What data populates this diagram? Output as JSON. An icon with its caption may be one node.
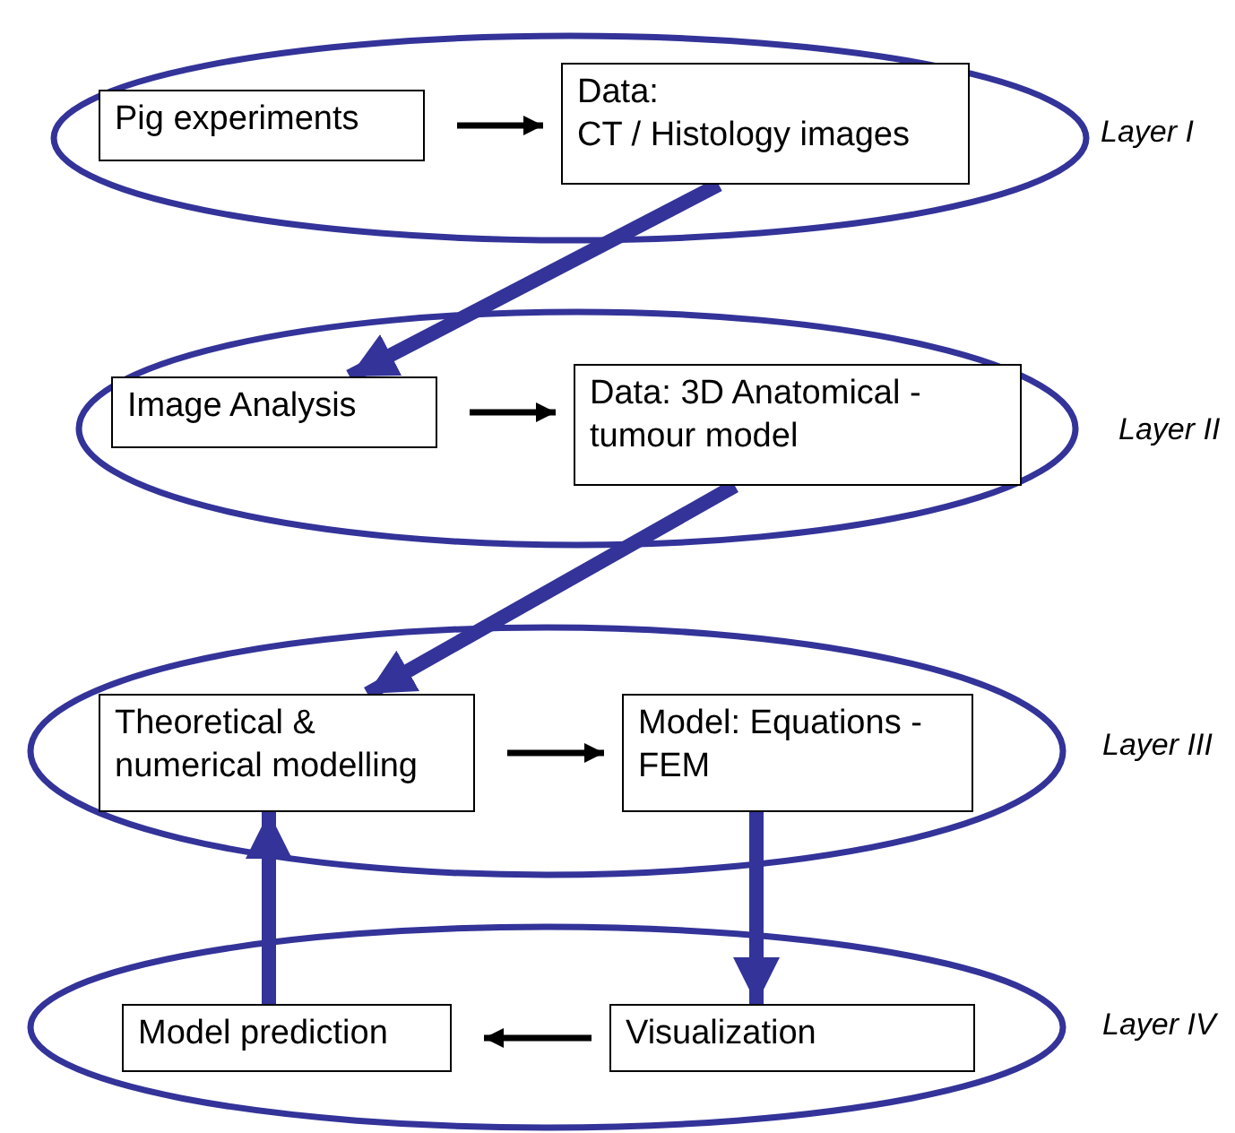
{
  "diagram": {
    "nodes": [
      {
        "text": [],
        "shape": "ellipse",
        "beside": [
          "Layer I"
        ]
      },
      {
        "text": [
          "Pig experiments"
        ],
        "in": 0
      },
      {
        "text": [
          "Data:",
          "CT / Histology images"
        ],
        "in": 0
      },
      {
        "text": [],
        "shape": "ellipse",
        "beside": [
          "Layer II"
        ]
      },
      {
        "text": [
          "Image Analysis"
        ],
        "in": 3
      },
      {
        "text": [
          "Data: 3D Anatomical - tumour model"
        ],
        "in": 3
      },
      {
        "text": [],
        "shape": "ellipse",
        "beside": [
          "Layer III"
        ]
      },
      {
        "text": [
          "Theoretical & numerical modelling"
        ],
        "in": 6
      },
      {
        "text": [
          "Model: Equations - FEM"
        ],
        "in": 6
      },
      {
        "text": [],
        "shape": "ellipse",
        "beside": [
          "Layer IV"
        ]
      },
      {
        "text": [
          "Model prediction"
        ],
        "in": 9
      },
      {
        "text": [
          "Visualization"
        ],
        "in": 9
      }
    ],
    "edges": [
      {
        "from": 1,
        "to": 2,
        "arrow": "to"
      },
      {
        "from": 2,
        "to": 4,
        "arrow": "to",
        "style": "thick",
        "color": "#333399"
      },
      {
        "from": 4,
        "to": 5,
        "arrow": "to"
      },
      {
        "from": 5,
        "to": 7,
        "arrow": "to",
        "style": "thick",
        "color": "#333399"
      },
      {
        "from": 7,
        "to": 8,
        "arrow": "to"
      },
      {
        "from": 8,
        "to": 11,
        "arrow": "to",
        "style": "thick",
        "color": "#333399"
      },
      {
        "from": 11,
        "to": 10,
        "arrow": "to"
      },
      {
        "from": 10,
        "to": 7,
        "arrow": "to",
        "style": "thick",
        "color": "#333399"
      }
    ]
  }
}
